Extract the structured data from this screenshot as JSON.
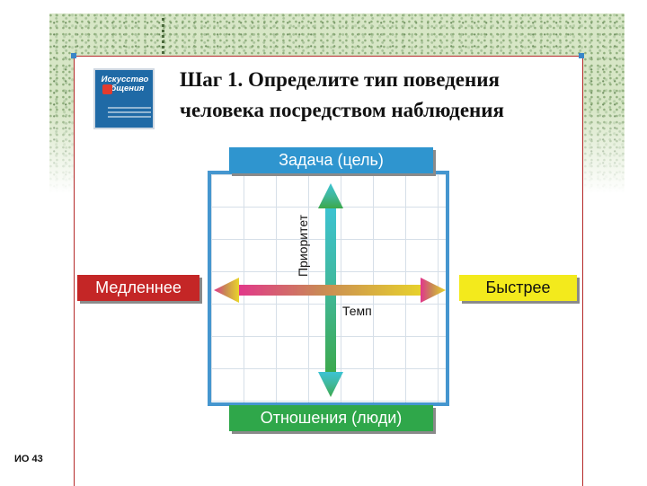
{
  "header": {
    "title": "Шаг 1. Определите тип поведения человека посредством наблюдения"
  },
  "logo": {
    "title_line1": "Искусство",
    "title_line2": "общения",
    "icon": "book-logo-icon"
  },
  "diagram": {
    "top_label": "Задача (цель)",
    "bottom_label": "Отношения (люди)",
    "left_label": "Медленнее",
    "right_label": "Быстрее",
    "vertical_axis_label": "Приоритет",
    "horizontal_axis_label": "Темп"
  },
  "footer": {
    "slide_code": "ИО 43"
  },
  "colors": {
    "task": "#2f95cf",
    "relations": "#2fa74a",
    "slower": "#c42626",
    "faster": "#f3ea1c",
    "frame": "#4596cf",
    "panel_border": "#b52a2a"
  }
}
